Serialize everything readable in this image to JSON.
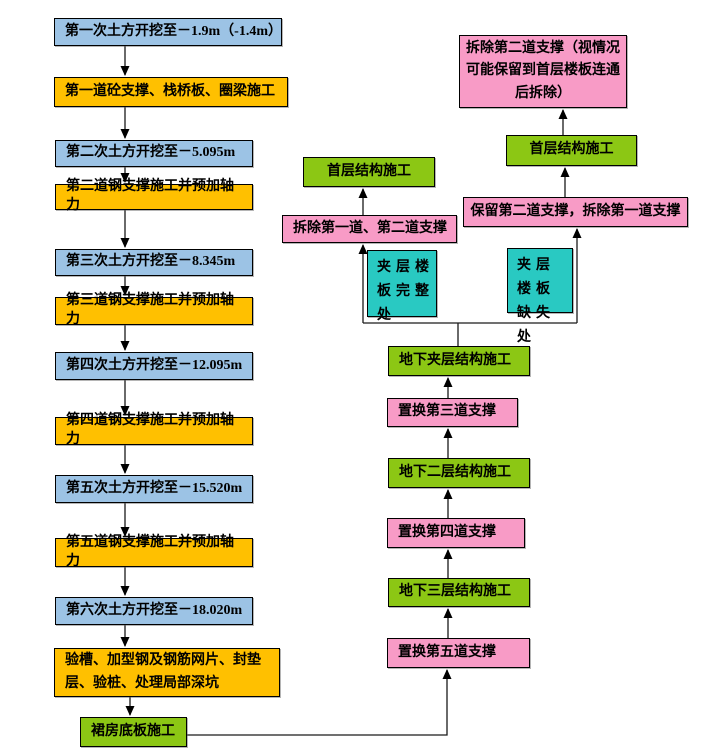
{
  "page": {
    "background": "#ffffff"
  },
  "diagram": {
    "type": "flowchart",
    "language": "zh-CN",
    "legend_colors": {
      "excavation_blue": "#9CC3E5",
      "support_yellow": "#FFC000",
      "structure_green": "#8CC714",
      "replace_pink": "#F89BC6",
      "condition_cyan": "#29C9C2",
      "line_black": "#000000"
    },
    "nodes": {
      "e1": {
        "label": "第一次土方开挖至－1.9m（-1.4m）"
      },
      "s1": {
        "label": "第一道砼支撑、栈桥板、圈梁施工"
      },
      "e2": {
        "label": "第二次土方开挖至－5.095m"
      },
      "s2": {
        "label": "第二道钢支撑施工并预加轴力"
      },
      "e3": {
        "label": "第三次土方开挖至－8.345m"
      },
      "s3": {
        "label": "第三道钢支撑施工并预加轴力"
      },
      "e4": {
        "label": "第四次土方开挖至－12.095m"
      },
      "s4": {
        "label": "第四道钢支撑施工并预加轴力"
      },
      "e5": {
        "label": "第五次土方开挖至－15.520m"
      },
      "s5": {
        "label": "第五道钢支撑施工并预加轴力"
      },
      "e6": {
        "label": "第六次土方开挖至－18.020m"
      },
      "inspect": {
        "label": "验槽、加型钢及钢筋网片、封垫层、验桩、处理局部深坑"
      },
      "podium_slab": {
        "label": "裙房底板施工"
      },
      "ground_mid": {
        "label": "首层结构施工"
      },
      "remove_support_1_2": {
        "label": "拆除第一道、第二道支撑"
      },
      "mezz_intact": {
        "label": "夹层楼板完整处"
      },
      "remove_support_2_note": {
        "label": "拆除第二道支撑（视情况可能保留到首层楼板连通后拆除）"
      },
      "ground_right": {
        "label": "首层结构施工"
      },
      "keep2_remove1": {
        "label": "保留第二道支撑，拆除第一道支撑"
      },
      "mezz_missing": {
        "label": "夹层楼板缺失处"
      },
      "mezz_structure": {
        "label": "地下夹层结构施工"
      },
      "swap3": {
        "label": "置换第三道支撑"
      },
      "basement2": {
        "label": "地下二层结构施工"
      },
      "swap4": {
        "label": "置换第四道支撑"
      },
      "basement3": {
        "label": "地下三层结构施工"
      },
      "swap5": {
        "label": "置换第五道支撑"
      }
    },
    "edges": [
      "e1->s1",
      "s1->e2",
      "e2->s2",
      "s2->e3",
      "e3->s3",
      "s3->e4",
      "e4->s4",
      "s4->e5",
      "e5->s5",
      "s5->e6",
      "e6->inspect",
      "inspect->podium_slab",
      "podium_slab->swap5",
      "swap5->basement3",
      "basement3->swap4",
      "swap4->basement2",
      "basement2->swap3",
      "swap3->mezz_structure",
      "mezz_structure->remove_support_1_2 [夹层楼板完整处]",
      "mezz_structure->keep2_remove1 [夹层楼板缺失处]",
      "remove_support_1_2->ground_mid",
      "keep2_remove1->ground_right",
      "ground_right->remove_support_2_note"
    ]
  }
}
